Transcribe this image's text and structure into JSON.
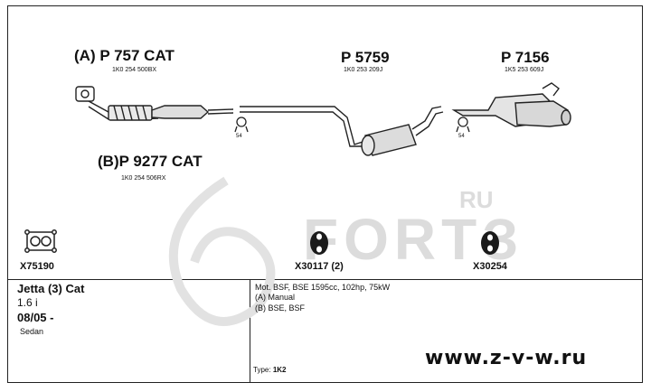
{
  "parts": [
    {
      "prefix": "(A)",
      "number": "P 757 CAT",
      "oem": "1K0 254 500BX"
    },
    {
      "prefix": "(B)",
      "number": "P 9277 CAT",
      "oem": "1K0 254 506RX"
    },
    {
      "prefix": "",
      "number": "P 5759",
      "oem": "1K0 253 209J"
    },
    {
      "prefix": "",
      "number": "P 7156",
      "oem": "1K5 253 609J"
    }
  ],
  "clamp_labels": [
    "54",
    "54"
  ],
  "accessories": [
    {
      "code": "X75190",
      "icon": "gasket-icon"
    },
    {
      "code": "X30117 (2)",
      "icon": "rubber-hanger-icon"
    },
    {
      "code": "X30254",
      "icon": "rubber-hanger-icon"
    }
  ],
  "vehicle": {
    "model": "Jetta (3) Cat",
    "engine": "1.6 i",
    "date": "08/05 -",
    "body": "Sedan"
  },
  "specs": {
    "line1": "Mot. BSF, BSE 1595cc, 102hp, 75kW",
    "line2": "(A) Manual",
    "line3": "(B) BSE, BSF",
    "type_label": "Type:",
    "type_value": "1K2"
  },
  "watermark": {
    "text": "FORTЗ",
    "suffix": "RU"
  },
  "site_url": "www.z-v-w.ru"
}
